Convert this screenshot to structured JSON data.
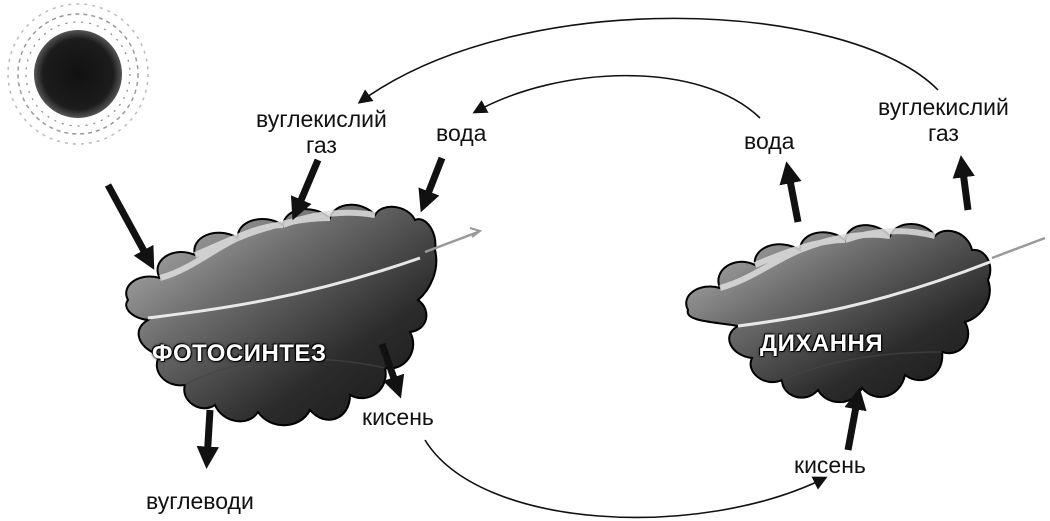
{
  "photosynthesis": {
    "title": "ФОТОСИНТЕЗ",
    "inputs": {
      "co2": [
        "вуглекислий",
        "газ"
      ],
      "water": "вода"
    },
    "outputs": {
      "oxygen": "кисень",
      "carbs": "вуглеводи"
    }
  },
  "respiration": {
    "title": "ДИХАННЯ",
    "outputs": {
      "water": "вода",
      "co2": [
        "вуглекислий",
        "газ"
      ]
    },
    "inputs": {
      "oxygen": "кисень"
    }
  },
  "colors": {
    "ink": "#111111",
    "leaf_dark": "#2a2a2a",
    "leaf_mid": "#777777",
    "leaf_light": "#cfcfcf"
  },
  "icons": [
    "sun-icon",
    "oak-leaf-icon"
  ]
}
